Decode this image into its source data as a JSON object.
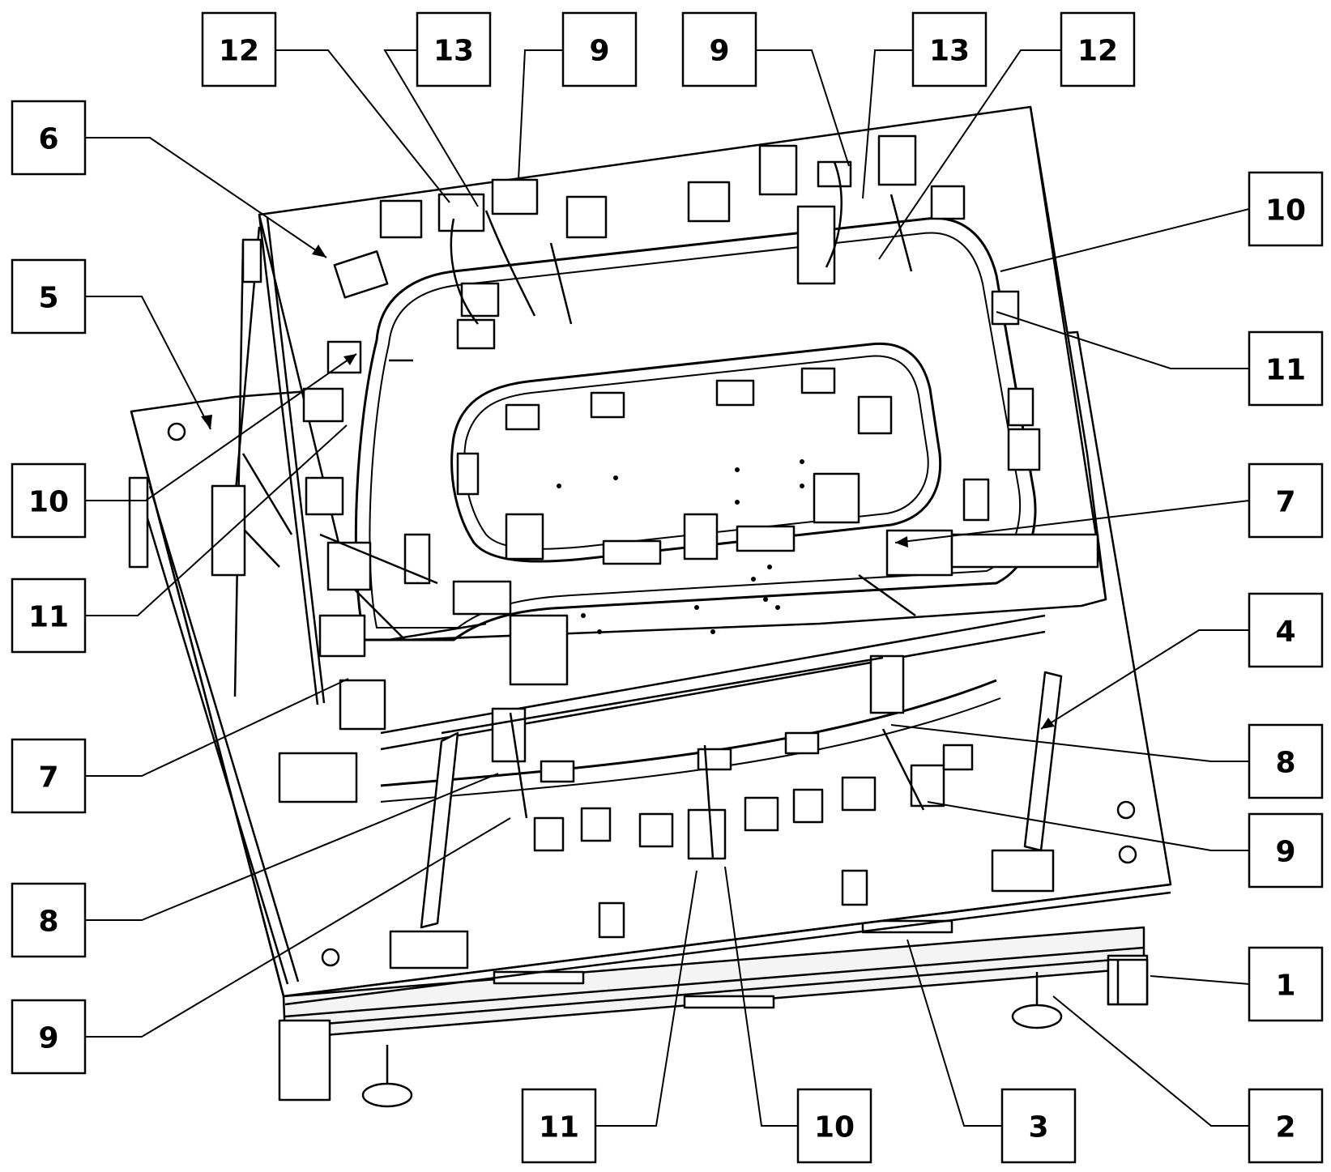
{
  "colors": {
    "ink": "#000000",
    "paper": "#ffffff",
    "fill_light": "#f4f4f4"
  },
  "callouts": {
    "c1": "1",
    "c2": "2",
    "c3": "3",
    "c4": "4",
    "c5": "5",
    "c6": "6",
    "c7_left": "7",
    "c7_right": "7",
    "c8_left": "8",
    "c8_right": "8",
    "c9_top_left": "9",
    "c9_top_right": "9",
    "c9_right": "9",
    "c9_left": "9",
    "c10_top_right": "10",
    "c10_left": "10",
    "c10_bottom": "10",
    "c11_right": "11",
    "c11_left": "11",
    "c11_bottom": "11",
    "c12_top_left": "12",
    "c12_top_right": "12",
    "c13_top_left": "13",
    "c13_top_right": "13"
  }
}
